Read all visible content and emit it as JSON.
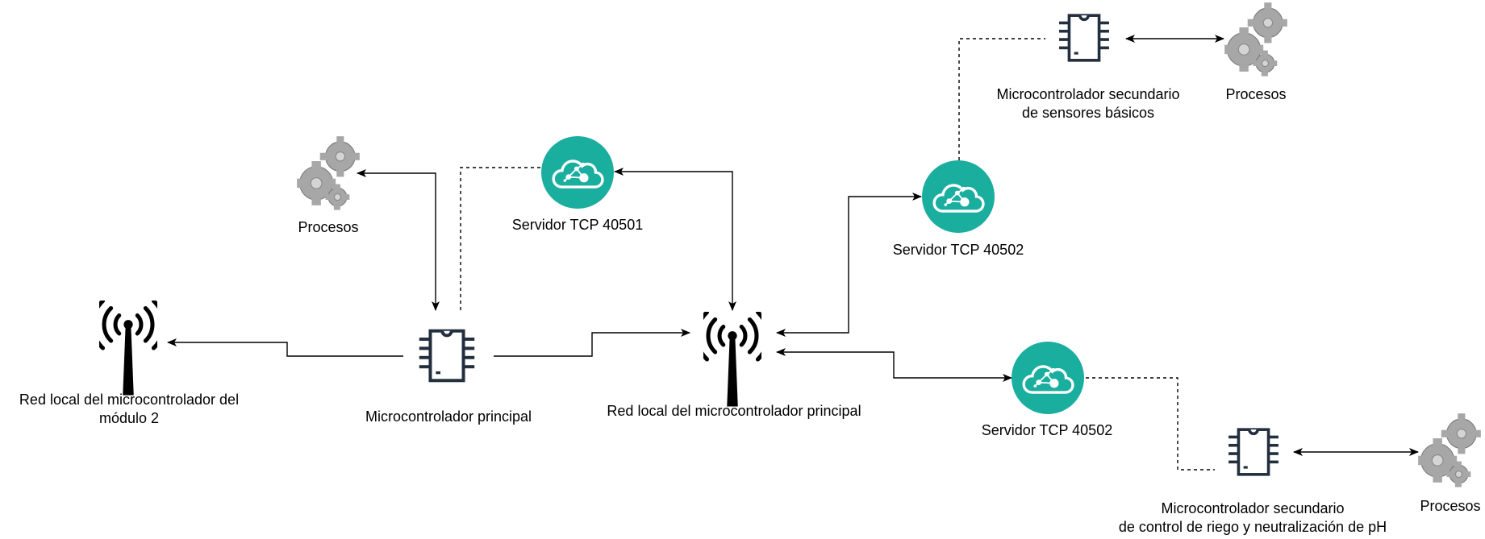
{
  "labels": {
    "local_network_module2_line1": "Red local del microcontrolador del",
    "local_network_module2_line2": "módulo 2",
    "main_microcontroller": "Microcontrolador principal",
    "local_network_main": "Red local del microcontrolador principal",
    "tcp_server_a": "Servidor TCP 40501",
    "tcp_server_b": "Servidor TCP 40502",
    "tcp_server_c": "Servidor TCP 40502",
    "processes_main": "Procesos",
    "processes_sensors": "Procesos",
    "processes_irrigation": "Procesos",
    "sensors_mcu_line1": "Microcontrolador secundario",
    "sensors_mcu_line2": "de sensores básicos",
    "irrigation_mcu_line1": "Microcontrolador secundario",
    "irrigation_mcu_line2": "de control de riego y neutralización de pH"
  },
  "icons": {
    "antenna": "antenna-icon",
    "chip": "microchip-icon",
    "cloud": "cloud-server-icon",
    "gears": "gears-icon"
  },
  "colors": {
    "server_teal": "#1aae9f",
    "chip_navy": "#232f3e",
    "gear_gray": "#a7a7a7",
    "line": "#000000"
  }
}
